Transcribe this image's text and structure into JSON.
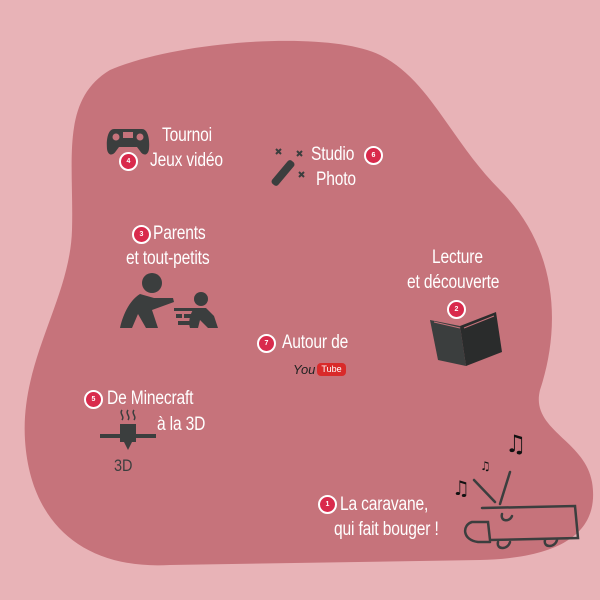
{
  "colors": {
    "background": "#e8b3b7",
    "blob": "#c6737b",
    "icon": "#3b3e3e",
    "badge": "#d92a4c"
  },
  "activities": [
    {
      "number": "1",
      "line1": "La caravane,",
      "line2": "qui fait bouger !",
      "icon": "caravan-icon"
    },
    {
      "number": "2",
      "line1": "Lecture",
      "line2": "et découverte",
      "icon": "book-icon"
    },
    {
      "number": "3",
      "line1": "Parents",
      "line2": "et tout-petits",
      "icon": "parent-child-icon"
    },
    {
      "number": "4",
      "line1": "Tournoi",
      "line2": "Jeux vidéo",
      "icon": "gamepad-icon"
    },
    {
      "number": "5",
      "line1": "De Minecraft",
      "line2": "à la 3D",
      "icon": "3d-printer-icon"
    },
    {
      "number": "6",
      "line1": "Studio",
      "line2": "Photo",
      "icon": "magic-wand-icon"
    },
    {
      "number": "7",
      "line1": "Autour de",
      "line2": "",
      "icon": "youtube-logo"
    }
  ],
  "youtube_logo": {
    "you": "You",
    "tube": "Tube"
  },
  "printer_label": "3D"
}
